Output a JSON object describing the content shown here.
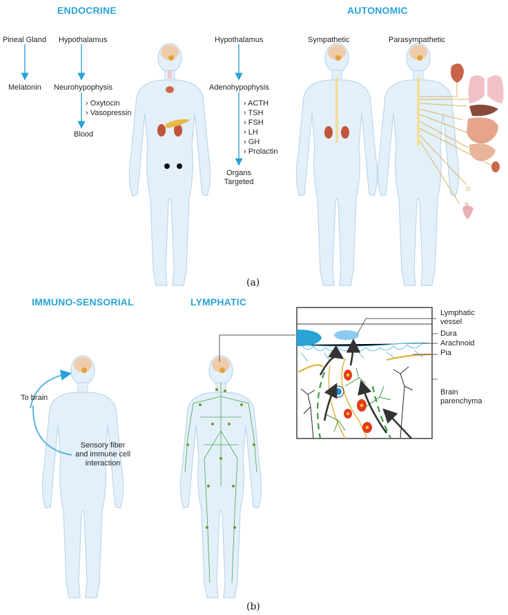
{
  "endocrine": {
    "heading": "ENDOCRINE",
    "pineal": "Pineal Gland",
    "melatonin": "Melatonin",
    "hypothalamus_left": "Hypothalamus",
    "neurohypophysis": "Neurohypophysis",
    "neuro_hormones": [
      "› Oxytocin",
      "› Vasopressin"
    ],
    "blood": "Blood",
    "hypothalamus_right": "Hypothalamus",
    "adenohypophysis": "Adenohypophysis",
    "adeno_hormones": [
      "› ACTH",
      "› TSH",
      "› FSH",
      "› LH",
      "› GH",
      "› Prolactin"
    ],
    "organs_targeted": [
      "Organs",
      "Targeted"
    ]
  },
  "autonomic": {
    "heading": "AUTONOMIC",
    "sympathetic": "Sympathetic",
    "parasympathetic": "Parasympathetic"
  },
  "panel_a": "(a)",
  "immuno": {
    "heading": "IMMUNO-SENSORIAL",
    "to_brain": "To brain",
    "interaction": [
      "Sensory fiber",
      "and immune cell",
      "interaction"
    ]
  },
  "lymphatic": {
    "heading": "LYMPHATIC",
    "labels": {
      "lymphatic_vessel": [
        "Lymphatic",
        "vessel"
      ],
      "dura": "Dura",
      "arachnoid": "Arachnoid",
      "pia": "Pia",
      "brain_parenchyma": [
        "Brain",
        "parenchyma"
      ]
    }
  },
  "panel_b": "(b)",
  "colors": {
    "heading_blue": "#29a3d6",
    "body_fill": "#e3f0fa",
    "body_stroke": "#b9d6ec",
    "nerve_yellow": "#f2df9a",
    "brain": "#f2c49a",
    "kidney": "#c1533a",
    "lymph_green": "#3a9a3a"
  }
}
